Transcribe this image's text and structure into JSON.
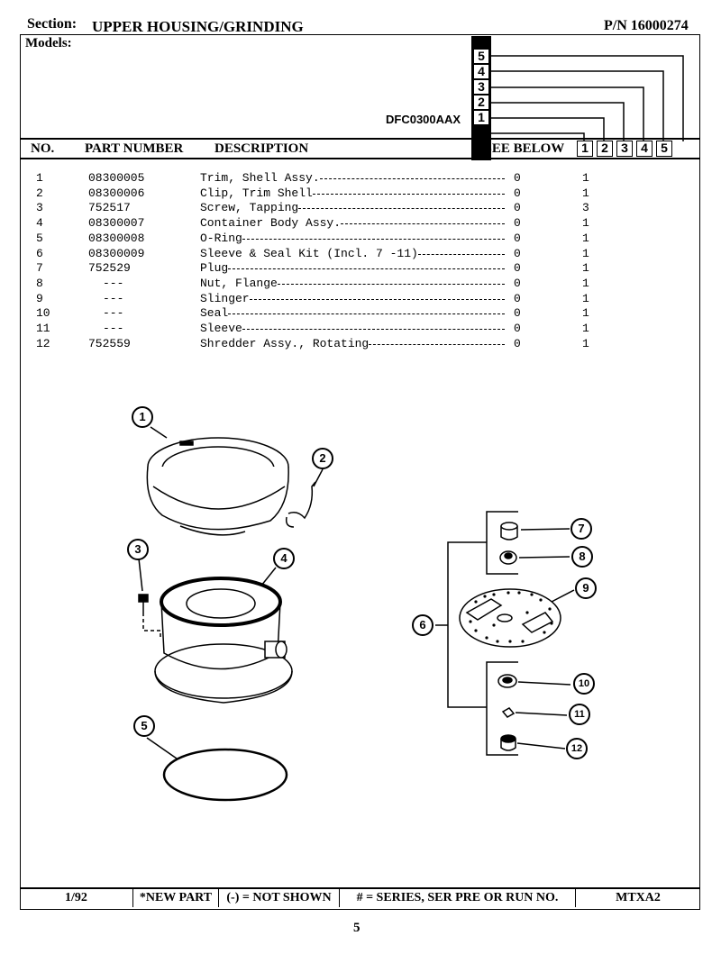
{
  "header": {
    "section_label": "Section:",
    "section_title": "UPPER HOUSING/GRINDING",
    "part_number": "P/N 16000274",
    "models_label": "Models:",
    "model_name": "DFC0300AAX"
  },
  "series_numbers": [
    "1",
    "2",
    "3",
    "4",
    "5"
  ],
  "columns": {
    "no": "NO.",
    "part_number": "PART NUMBER",
    "description": "DESCRIPTION",
    "see_below": "#SEE BELOW"
  },
  "parts": [
    {
      "no": "1",
      "part": "08300005",
      "desc": "Trim, Shell Assy.",
      "see": "0",
      "qty": "1"
    },
    {
      "no": "2",
      "part": "08300006",
      "desc": "Clip, Trim Shell",
      "see": "0",
      "qty": "1"
    },
    {
      "no": "3",
      "part": "752517",
      "desc": "Screw, Tapping",
      "see": "0",
      "qty": "3"
    },
    {
      "no": "4",
      "part": "08300007",
      "desc": "Container Body Assy.",
      "see": "0",
      "qty": "1"
    },
    {
      "no": "5",
      "part": "08300008",
      "desc": "O-Ring",
      "see": "0",
      "qty": "1"
    },
    {
      "no": "6",
      "part": "08300009",
      "desc": "Sleeve & Seal Kit (Incl. 7 -11)",
      "see": "0",
      "qty": "1"
    },
    {
      "no": "7",
      "part": "752529",
      "desc": "Plug",
      "see": "0",
      "qty": "1"
    },
    {
      "no": "8",
      "part": "---",
      "desc": "Nut, Flange",
      "see": "0",
      "qty": "1"
    },
    {
      "no": "9",
      "part": "---",
      "desc": "Slinger",
      "see": "0",
      "qty": "1"
    },
    {
      "no": "10",
      "part": "---",
      "desc": "Seal",
      "see": "0",
      "qty": "1"
    },
    {
      "no": "11",
      "part": "---",
      "desc": "Sleeve",
      "see": "0",
      "qty": "1"
    },
    {
      "no": "12",
      "part": "752559",
      "desc": "Shredder Assy., Rotating",
      "see": "0",
      "qty": "1"
    }
  ],
  "callouts": [
    "1",
    "2",
    "3",
    "4",
    "5",
    "6",
    "7",
    "8",
    "9",
    "10",
    "11",
    "12"
  ],
  "footer": {
    "date": "1/92",
    "new_part": "*NEW PART",
    "not_shown": "(-) = NOT SHOWN",
    "series_note": "# = SERIES, SER PRE OR RUN NO.",
    "code": "MTXA2"
  },
  "page_number": "5"
}
